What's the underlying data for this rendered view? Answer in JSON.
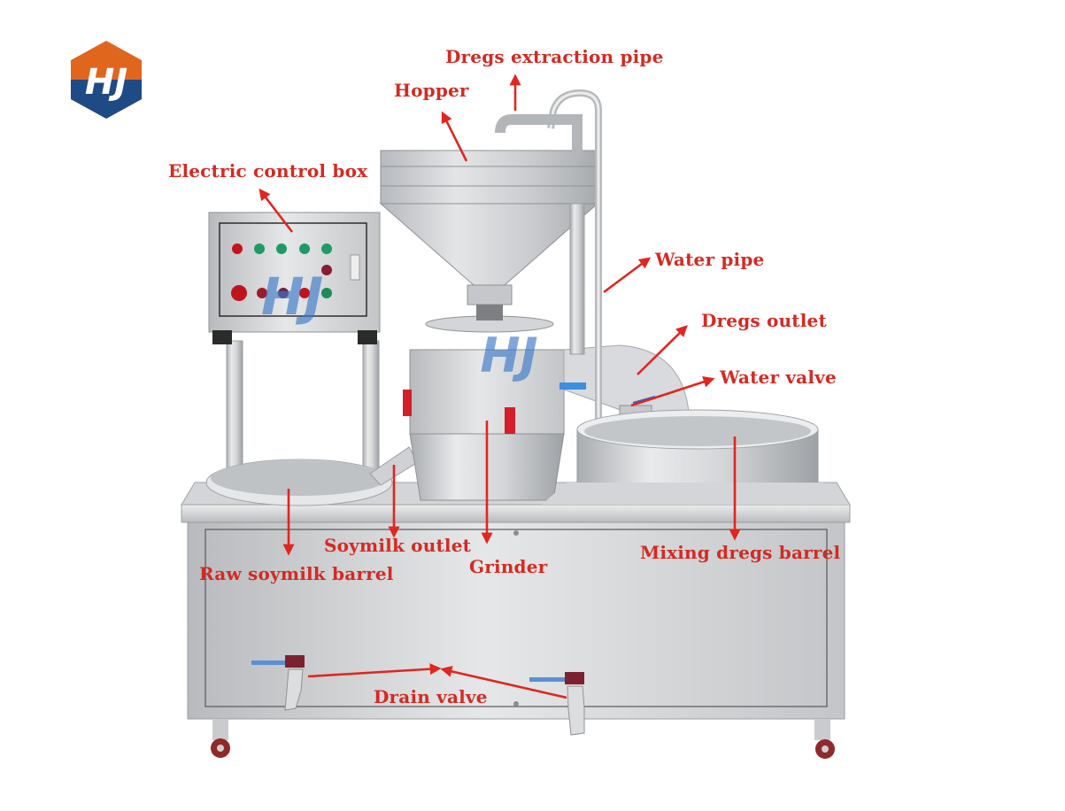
{
  "brand": {
    "logo_text": "HJ",
    "logo_top_color": "#e0661e",
    "logo_bottom_color": "#1e4a86",
    "watermark_color": "#3a78c8"
  },
  "diagram": {
    "subject": "Soymilk grinding machine with labeled components",
    "label_color": "#d42a22",
    "labels": [
      {
        "id": "dregs-extraction-pipe",
        "text": "Dregs extraction pipe"
      },
      {
        "id": "hopper",
        "text": "Hopper"
      },
      {
        "id": "electric-control-box",
        "text": "Electric control box"
      },
      {
        "id": "water-pipe",
        "text": "Water pipe"
      },
      {
        "id": "dregs-outlet",
        "text": "Dregs outlet"
      },
      {
        "id": "water-valve",
        "text": "Water valve"
      },
      {
        "id": "soymilk-outlet",
        "text": "Soymilk outlet"
      },
      {
        "id": "raw-soymilk-barrel",
        "text": "Raw soymilk barrel"
      },
      {
        "id": "grinder",
        "text": "Grinder"
      },
      {
        "id": "mixing-dregs-barrel",
        "text": "Mixing dregs barrel"
      },
      {
        "id": "drain-valve",
        "text": "Drain valve"
      }
    ]
  }
}
